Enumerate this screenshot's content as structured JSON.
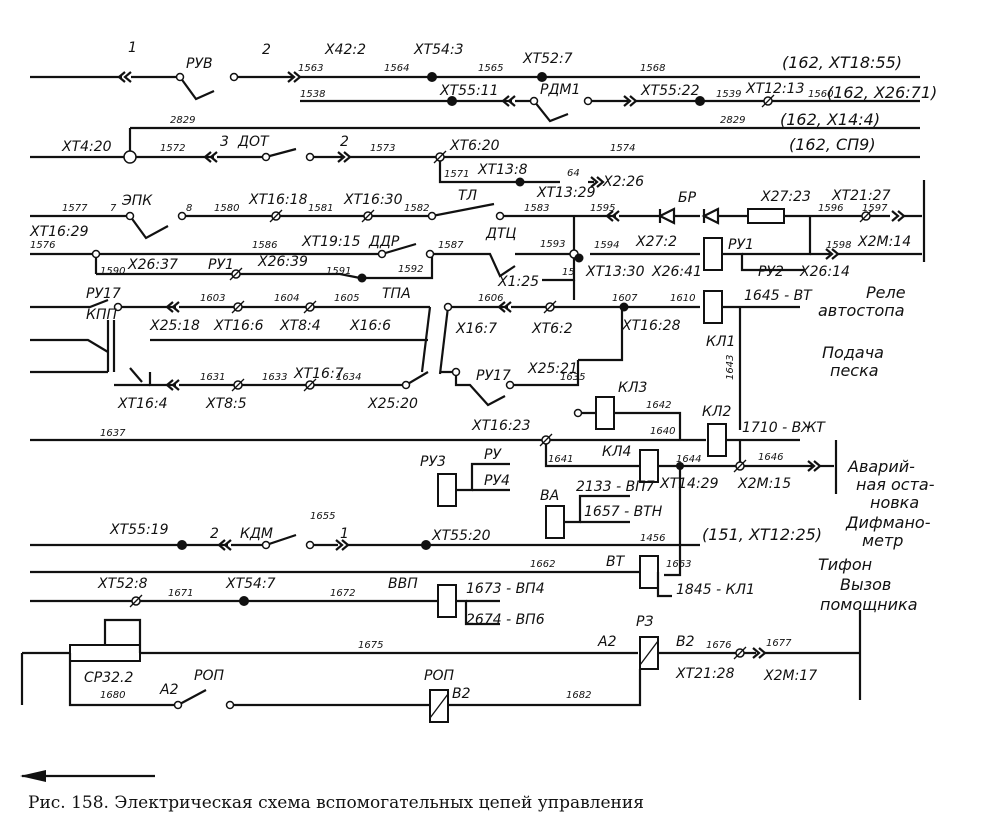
{
  "caption": "Рис. 158. Электрическая схема вспомогательных цепей управления",
  "wires": {
    "w1": "1",
    "w2": "2",
    "w3": "3",
    "w7": "7",
    "w8": "8",
    "w1563": "1563",
    "w1564": "1564",
    "w1565": "1565",
    "w1568": "1568",
    "w1538": "1538",
    "w1539": "1539",
    "w1560": "1560",
    "w2829a": "2829",
    "w2829b": "2829",
    "w1572": "1572",
    "w1573": "1573",
    "w1574": "1574",
    "w1571": "1571",
    "w64": "64",
    "w1577": "1577",
    "w1580": "1580",
    "w1581": "1581",
    "w1582": "1582",
    "w1583": "1583",
    "w1595": "1595",
    "w1596": "1596",
    "w1597": "1597",
    "w1576": "1576",
    "w1586": "1586",
    "w1587": "1587",
    "w1593": "1593",
    "w1594": "1594",
    "w1598": "1598",
    "w1590": "1590",
    "w1591": "1591",
    "w1592": "1592",
    "w15": "15",
    "w1603": "1603",
    "w1604": "1604",
    "w1605": "1605",
    "w1606": "1606",
    "w1607": "1607",
    "w1610": "1610",
    "w1631": "1631",
    "w1633": "1633",
    "w1634": "1634",
    "w1635": "1635",
    "w1643": "1643",
    "w1637": "1637",
    "w1642": "1642",
    "w1640": "1640",
    "w1641": "1641",
    "w1644": "1644",
    "w1646": "1646",
    "w1655": "1655",
    "w1456": "1456",
    "w1662": "1662",
    "w1663": "1663",
    "w1671": "1671",
    "w1672": "1672",
    "w1675": "1675",
    "w1676": "1676",
    "w1677": "1677",
    "w1680": "1680",
    "w1682": "1682"
  },
  "labels": {
    "ruv": "РУВ",
    "x42_2": "Х42:2",
    "xt54_3": "ХТ54:3",
    "xt52_7": "ХТ52:7",
    "ref1": "(162, ХТ18:55)",
    "xt55_11": "ХТ55:11",
    "rdm1": "РДМ1",
    "xt55_22": "ХТ55:22",
    "xt12_13": "ХТ12:13",
    "ref2": "(162, Х26:71)",
    "ref3": "(162, Х14:4)",
    "xt4_20": "ХТ4:20",
    "dot": "ДОТ",
    "xt6_20": "ХТ6:20",
    "ref4": "(162, СП9)",
    "xt13_8": "ХТ13:8",
    "xt13_29": "ХТ13:29",
    "x2_26": "Х2:26",
    "epk": "ЭПК",
    "xt16_18": "ХТ16:18",
    "xt16_30": "ХТ16:30",
    "tl": "ТЛ",
    "br": "БР",
    "x27_23": "Х27:23",
    "xt21_27": "ХТ21:27",
    "xt16_29": "ХТ16:29",
    "xt19_15": "ХТ19:15",
    "ddr": "ДДР",
    "dtc": "ДТЦ",
    "x27_2": "Х27:2",
    "ru1a": "РУ1",
    "x2m_14": "Х2М:14",
    "x26_37": "Х26:37",
    "ru1b": "РУ1",
    "x26_39": "Х26:39",
    "x1_25": "Х1:25",
    "xt13_30": "ХТ13:30",
    "x26_41": "Х26:41",
    "ru2": "РУ2",
    "x26_14": "Х26:14",
    "ru17a": "РУ17",
    "kpp": "КПП",
    "x25_18": "Х25:18",
    "xt16_6": "ХТ16:6",
    "xt8_4": "ХТ8:4",
    "x16_6": "Х16:6",
    "tpa": "ТПА",
    "x16_7": "Х16:7",
    "xt6_2": "ХТ6:2",
    "xt16_28": "ХТ16:28",
    "w1645vt": "1645 - ВТ",
    "kl1": "КЛ1",
    "rele1": "Реле",
    "rele2": "автостопа",
    "xt16_4": "ХТ16:4",
    "xt8_5": "ХТ8:5",
    "xt16_7": "ХТ16:7",
    "x25_20": "Х25:20",
    "ru17b": "РУ17",
    "x25_21": "Х25:21",
    "kl3": "КЛ3",
    "podacha1": "Подача",
    "podacha2": "песка",
    "xt16_23": "ХТ16:23",
    "kl2": "КЛ2",
    "w1710": "1710 - ВЖТ",
    "ru3": "РУ3",
    "ru": "РУ",
    "ru4": "РУ4",
    "kl4": "КЛ4",
    "xt14_29": "ХТ14:29",
    "x2m_15": "Х2М:15",
    "avar1": "Аварий-",
    "avar2": "ная оста-",
    "avar3": "новка",
    "va": "ВА",
    "w2133": "2133 - ВП7",
    "w1657": "1657 - ВТН",
    "difman1": "Дифмано-",
    "difman2": "метр",
    "xt55_19": "ХТ55:19",
    "kdm": "КДМ",
    "xt55_20": "ХТ55:20",
    "ref5": "(151, ХТ12:25)",
    "vt": "ВТ",
    "tifon": "Тифон",
    "w1845": "1845 - КЛ1",
    "vyzov1": "Вызов",
    "vyzov2": "помощника",
    "xt52_8": "ХТ52:8",
    "xt54_7": "ХТ54:7",
    "vvp": "ВВП",
    "w1673": "1673 - ВП4",
    "w2674": "2674 - ВП6",
    "sr32": "СР32.2",
    "a2a": "А2",
    "rz": "РЗ",
    "v2a": "В2",
    "xt21_28": "ХТ21:28",
    "x2m_17": "Х2М:17",
    "rop_sw": "РОП",
    "a2b": "А2",
    "rop_coil": "РОП",
    "v2b": "В2"
  }
}
